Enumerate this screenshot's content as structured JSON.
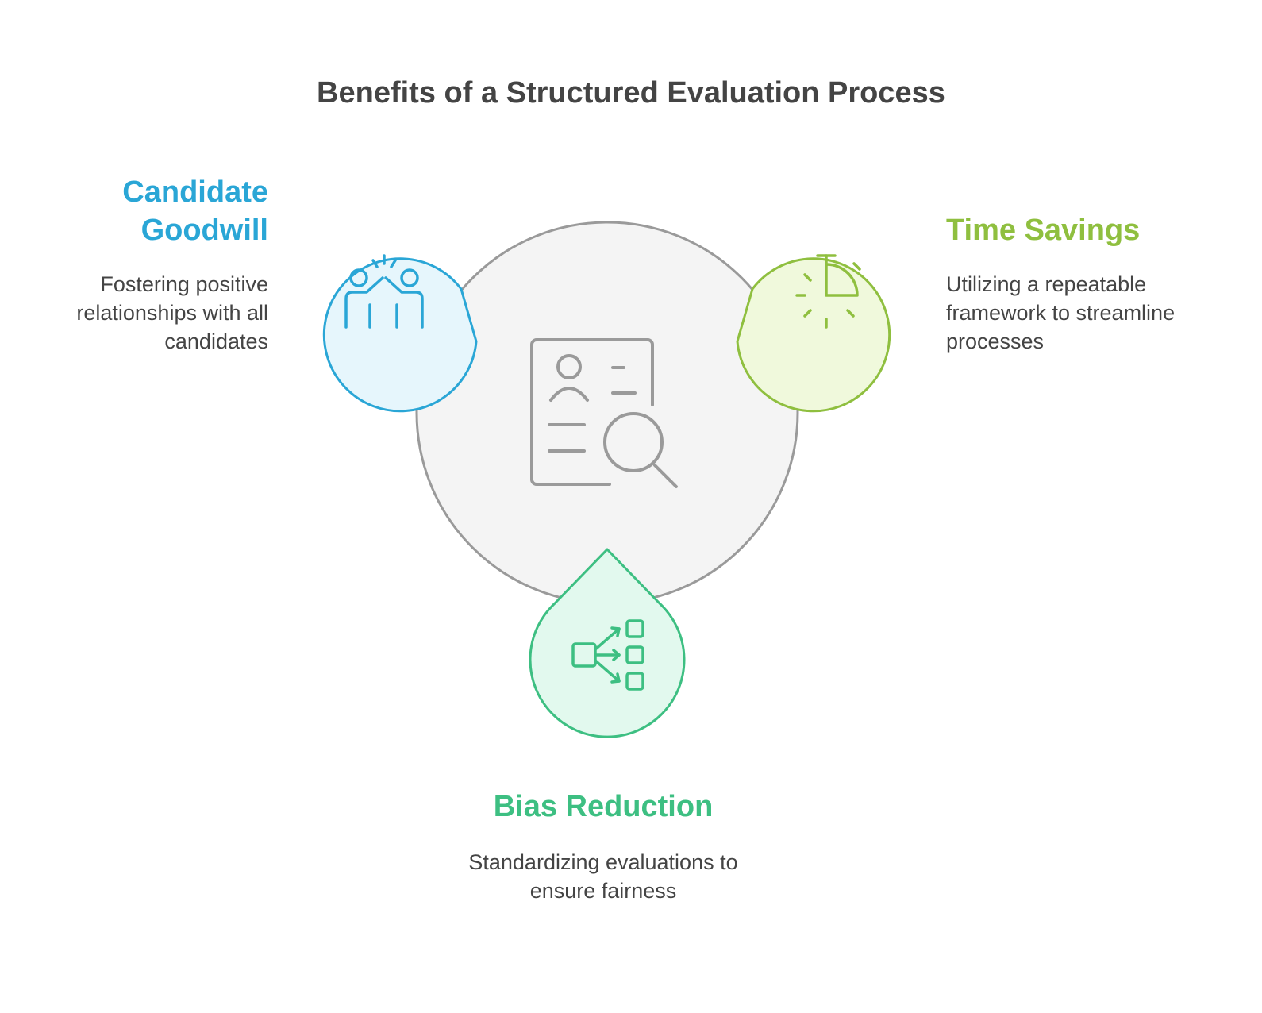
{
  "title": "Benefits of a Structured Evaluation Process",
  "center": {
    "icon": "profile-search-icon",
    "color": "#9a9a9a",
    "fill": "#f4f4f4"
  },
  "benefits": [
    {
      "heading": "Candidate Goodwill",
      "description": "Fostering positive relationships with all candidates",
      "icon": "high-five-icon",
      "color": "#2aa6d6",
      "fill": "#e6f6fc"
    },
    {
      "heading": "Time Savings",
      "description": "Utilizing a repeatable framework to streamline processes",
      "icon": "timer-icon",
      "color": "#8fbf3f",
      "fill": "#f0f9dc"
    },
    {
      "heading": "Bias Reduction",
      "description": "Standardizing evaluations to ensure fairness",
      "icon": "branching-flow-icon",
      "color": "#3dbf82",
      "fill": "#e2f9ee"
    }
  ]
}
